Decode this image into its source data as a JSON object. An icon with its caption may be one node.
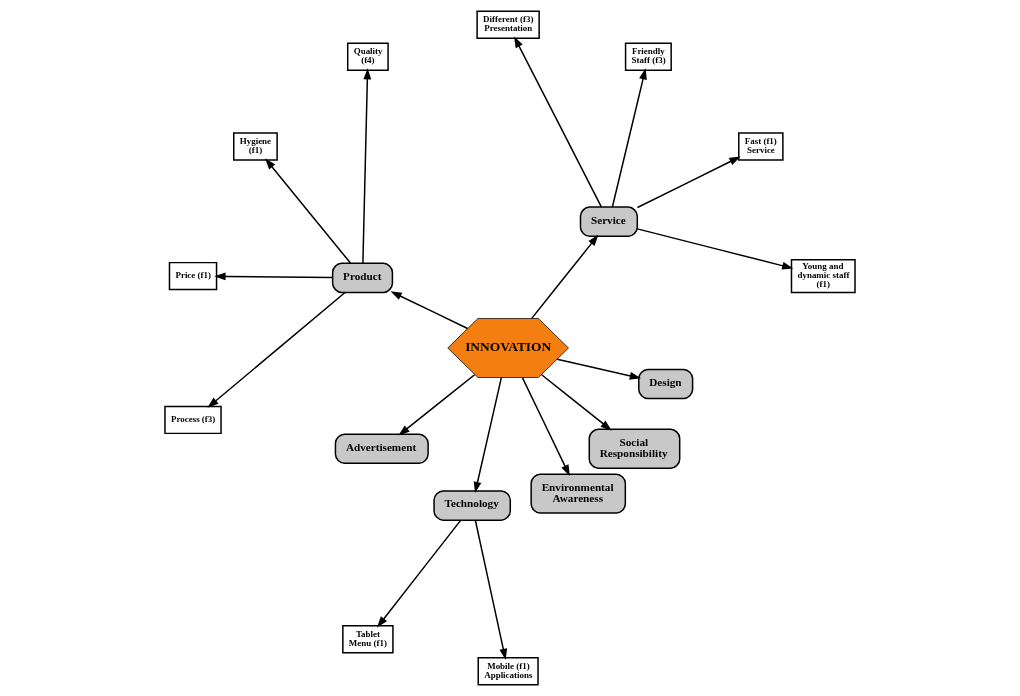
{
  "diagram": {
    "nodes": [
      {
        "text": [
          "INNOVATION"
        ]
      },
      {
        "text": [
          "Service"
        ]
      },
      {
        "text": [
          "Product"
        ]
      },
      {
        "text": [
          "Advertisement"
        ]
      },
      {
        "text": [
          "Technology"
        ]
      },
      {
        "text": [
          "Environmental Awareness"
        ]
      },
      {
        "text": [
          "Social Responsibility"
        ]
      },
      {
        "text": [
          "Design"
        ]
      },
      {
        "text": [
          "Young and dynamic staff (f1)"
        ]
      },
      {
        "text": [
          "Fast (f1) Service"
        ]
      },
      {
        "text": [
          "Friendly Staff (f3)"
        ]
      },
      {
        "text": [
          "Different (f3) Presentation"
        ]
      },
      {
        "text": [
          "Quality (f4)"
        ]
      },
      {
        "text": [
          "Hygiene (f1)"
        ]
      },
      {
        "text": [
          "Price (f1)"
        ]
      },
      {
        "text": [
          "Process (f3)"
        ]
      },
      {
        "text": [
          "Tablet Menu (f1)"
        ]
      },
      {
        "text": [
          "Mobile (f1) Applications"
        ]
      }
    ],
    "edges": [
      {
        "from": 0,
        "to": 1,
        "arrow": "to"
      },
      {
        "from": 0,
        "to": 2,
        "arrow": "to"
      },
      {
        "from": 0,
        "to": 3,
        "arrow": "to"
      },
      {
        "from": 0,
        "to": 4,
        "arrow": "to"
      },
      {
        "from": 0,
        "to": 5,
        "arrow": "to"
      },
      {
        "from": 0,
        "to": 6,
        "arrow": "to"
      },
      {
        "from": 0,
        "to": 7,
        "arrow": "to"
      },
      {
        "from": 1,
        "to": 8,
        "arrow": "to"
      },
      {
        "from": 1,
        "to": 9,
        "arrow": "to"
      },
      {
        "from": 1,
        "to": 10,
        "arrow": "to"
      },
      {
        "from": 1,
        "to": 11,
        "arrow": "to"
      },
      {
        "from": 2,
        "to": 12,
        "arrow": "to"
      },
      {
        "from": 2,
        "to": 13,
        "arrow": "to"
      },
      {
        "from": 2,
        "to": 14,
        "arrow": "to"
      },
      {
        "from": 2,
        "to": 15,
        "arrow": "to"
      },
      {
        "from": 4,
        "to": 16,
        "arrow": "to"
      },
      {
        "from": 4,
        "to": 17,
        "arrow": "to"
      }
    ]
  }
}
